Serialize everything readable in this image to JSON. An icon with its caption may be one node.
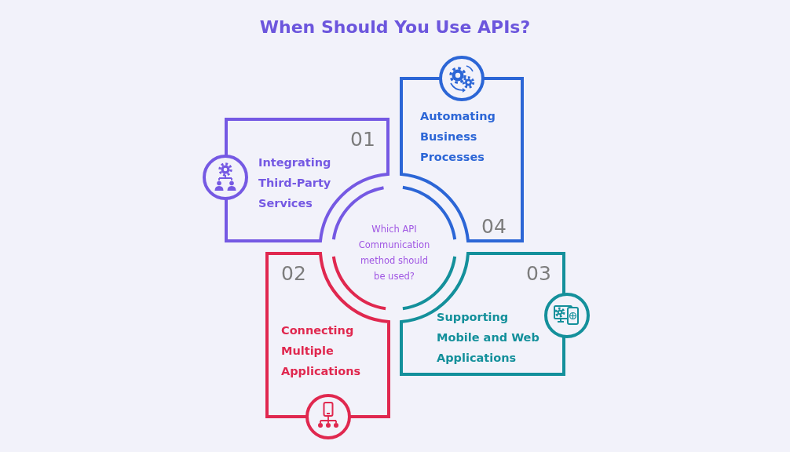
{
  "diagram": {
    "title": "When Should You Use APIs?",
    "nodes": [
      {
        "text": [
          "01",
          "Integrating Third-Party Services"
        ]
      },
      {
        "text": [
          "02",
          "Connecting Multiple Applications"
        ]
      },
      {
        "text": [
          "03",
          "Supporting Mobile and Web Applications"
        ]
      },
      {
        "text": [
          "Automating Business Processes",
          "04"
        ]
      },
      {
        "text": [
          "Which API Communication method should be used?"
        ]
      }
    ]
  }
}
